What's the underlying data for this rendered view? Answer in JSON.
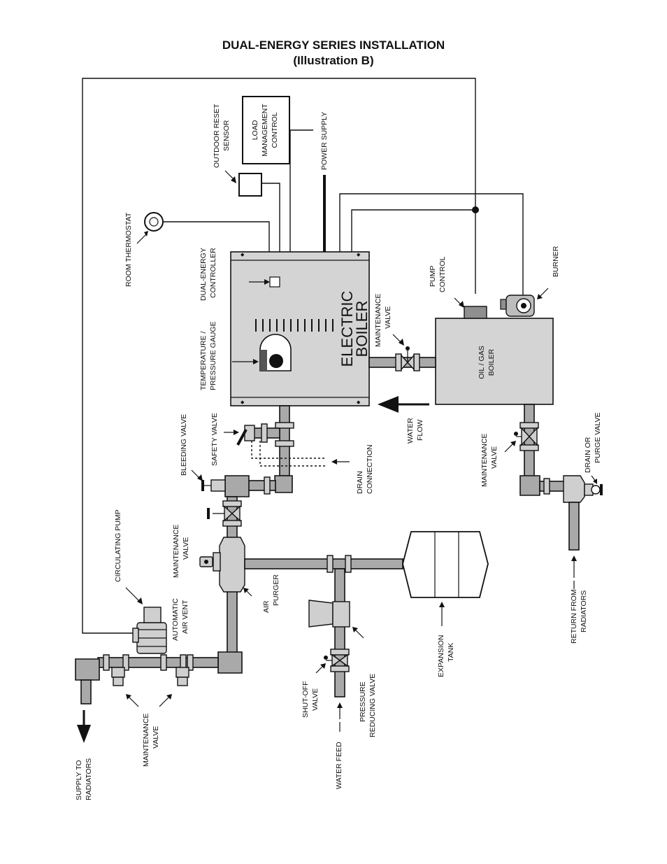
{
  "title": {
    "line1": "DUAL-ENERGY SERIES INSTALLATION",
    "line2": "(Illustration B)"
  },
  "labels": {
    "electric_boiler": [
      "ELECTRIC",
      "BOILER"
    ],
    "oil_gas_boiler": [
      "OIL / GAS",
      "BOILER"
    ],
    "load_management_control": [
      "LOAD",
      "MANAGEMENT",
      "CONTROL"
    ],
    "outdoor_reset_sensor": [
      "OUTDOOR RESET",
      "SENSOR"
    ],
    "power_supply": "POWER SUPPLY",
    "room_thermostat": "ROOM THERMOSTAT",
    "dual_energy_controller": [
      "DUAL-ENERGY",
      "CONTROLLER"
    ],
    "temperature_pressure_gauge": [
      "TEMPERATURE /",
      "PRESSURE GAUGE"
    ],
    "maintenance_valve_top": [
      "MAINTENANCE",
      "VALVE"
    ],
    "pump_control": [
      "PUMP",
      "CONTROL"
    ],
    "burner": "BURNER",
    "water_flow": [
      "WATER",
      "FLOW"
    ],
    "safety_valve": "SAFETY VALVE",
    "bleeding_valve": "BLEEDING VALVE",
    "drain_connection": [
      "DRAIN",
      "CONNECTION"
    ],
    "maintenance_valve_right": [
      "MAINTENANCE",
      "VALVE"
    ],
    "drain_purge_valve": [
      "DRAIN OR",
      "PURGE VALVE"
    ],
    "circulating_pump": "CIRCULATING PUMP",
    "maintenance_valve_left": [
      "MAINTENANCE",
      "VALVE"
    ],
    "automatic_air_vent": [
      "AUTOMATIC",
      "AIR VENT"
    ],
    "air_purger": [
      "AIR",
      "PURGER"
    ],
    "expansion_tank": [
      "EXPANSION",
      "TANK"
    ],
    "return_from_radiators": [
      "RETURN FROM",
      "RADIATORS"
    ],
    "shut_off_valve": [
      "SHUT-OFF",
      "VALVE"
    ],
    "pressure_reducing_valve": [
      "PRESSURE",
      "REDUCING VALVE"
    ],
    "water_feed": "WATER FEED",
    "maintenance_valve_bottom": [
      "MAINTENANCE",
      "VALVE"
    ],
    "supply_to_radiators": [
      "SUPPLY TO",
      "RADIATORS"
    ]
  }
}
